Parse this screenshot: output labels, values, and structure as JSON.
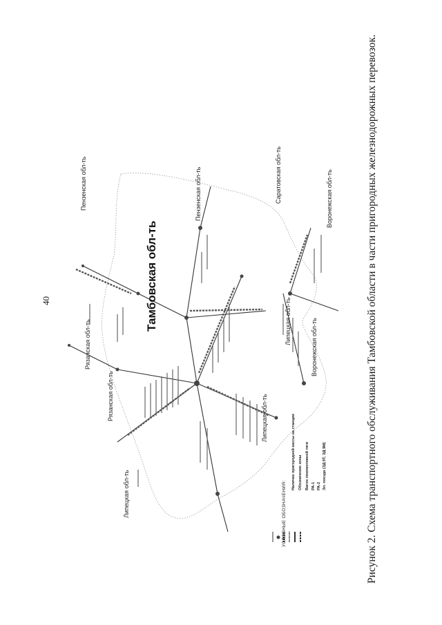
{
  "page": {
    "number": "40",
    "caption": "Рисунок 2. Схема транспортного обслуживания Тамбовской области в части пригородных железнодорожных перевозок."
  },
  "map": {
    "region_title": "Тамбовская обл-ть",
    "neighbors": {
      "lipetsk_a": "Липецкая обл-ть",
      "lipetsk_b": "Липецкая обл-ть",
      "lipetsk_c": "Липецкая обл-ть",
      "ryazan_a": "Рязанская обл-ть",
      "ryazan_b": "Рязанская обл-ть",
      "penza_a": "Пензенская обл-ть",
      "penza_b": "Пензенская обл-ть",
      "saratov": "Саратовская обл-ть",
      "voronezh_a": "Воронежская обл-ть",
      "voronezh_b": "Воронежская обл-ть"
    },
    "legend": {
      "title": "УСЛОВНЫЕ ОБОЗНАЧЕНИЯ:",
      "items": [
        "Наличие пригородной кассы на станции",
        "Обозначение зоны",
        "Вагон локомотивной тяги",
        "РА-1",
        "РА-2",
        "Эл. поезда (ЭД 9Т, ЭД 9М)"
      ]
    },
    "colors": {
      "line": "#333333",
      "border": "#9a9a9a",
      "text": "#1a1a1a"
    }
  }
}
